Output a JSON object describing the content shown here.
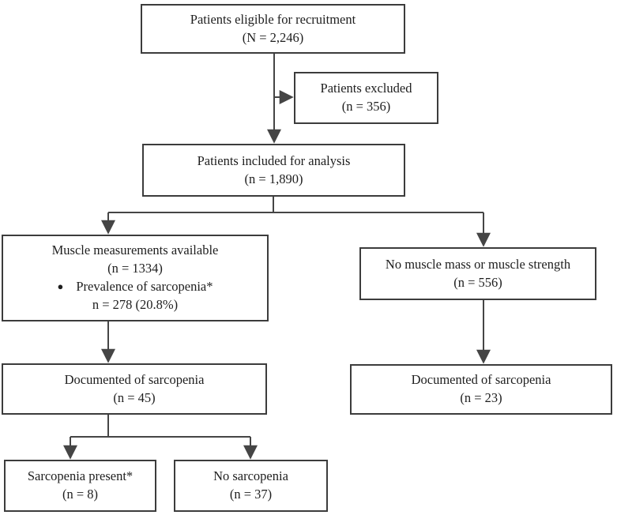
{
  "nodes": {
    "eligible": {
      "line1": "Patients eligible for recruitment",
      "line2": "(N = 2,246)"
    },
    "excluded": {
      "line1": "Patients excluded",
      "line2": "(n = 356)"
    },
    "included": {
      "line1": "Patients included for analysis",
      "line2": "(n = 1,890)"
    },
    "muscle": {
      "line1": "Muscle measurements available",
      "line2": "(n = 1334)",
      "bullet": "●",
      "line3": "Prevalence of sarcopenia*",
      "line4": "n = 278 (20.8%)"
    },
    "no_muscle": {
      "line1": "No muscle mass or muscle strength",
      "line2": "(n = 556)"
    },
    "documented_left": {
      "line1": "Documented of sarcopenia",
      "line2": "(n = 45)"
    },
    "documented_right": {
      "line1": "Documented of sarcopenia",
      "line2": "(n = 23)"
    },
    "sarcopenia_present": {
      "line1": "Sarcopenia present*",
      "line2": "(n = 8)"
    },
    "no_sarcopenia": {
      "line1": "No sarcopenia",
      "line2": "(n = 37)"
    }
  },
  "colors": {
    "border": "#3c3c3c",
    "line": "#454545",
    "text": "#1e1e1e",
    "background": "#ffffff"
  }
}
